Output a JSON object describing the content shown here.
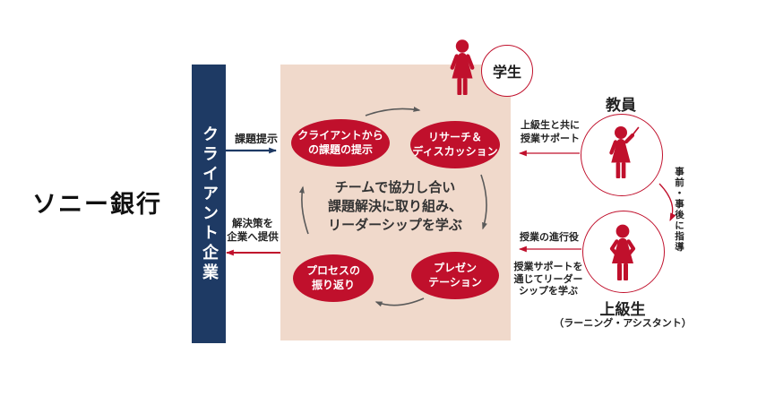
{
  "client": {
    "name": "ソニー銀行",
    "bar_label": "クライアント企業",
    "to_box_label": "課題提示",
    "from_box_label": "解決策を\n企業へ提供"
  },
  "cycle": {
    "steps": [
      {
        "label": "クライアントから\nの課題の提示"
      },
      {
        "label": "リサーチ＆\nディスカッション"
      },
      {
        "label": "プレゼン\nテーション"
      },
      {
        "label": "プロセスの\n振り返り"
      }
    ],
    "center_message": "チームで協力し合い\n課題解決に取り組み、\nリーダーシップを学ぶ"
  },
  "actors": {
    "student": {
      "label": "学生"
    },
    "teacher": {
      "label": "教員",
      "support_note": "上級生と共に\n授業サポート",
      "guidance_note": "事前・事後に指導"
    },
    "senior": {
      "label": "上級生",
      "sub_label": "（ラーニング・アシスタント）",
      "facilitation_note": "授業の進行役",
      "leadership_note": "授業サポートを\n通じてリーダー\nシップを学ぶ"
    }
  },
  "colors": {
    "navy": "#1e3a64",
    "red": "#c0102c",
    "pink_box": "#f0d9cb",
    "arrow_gray": "#5a5a5a"
  }
}
